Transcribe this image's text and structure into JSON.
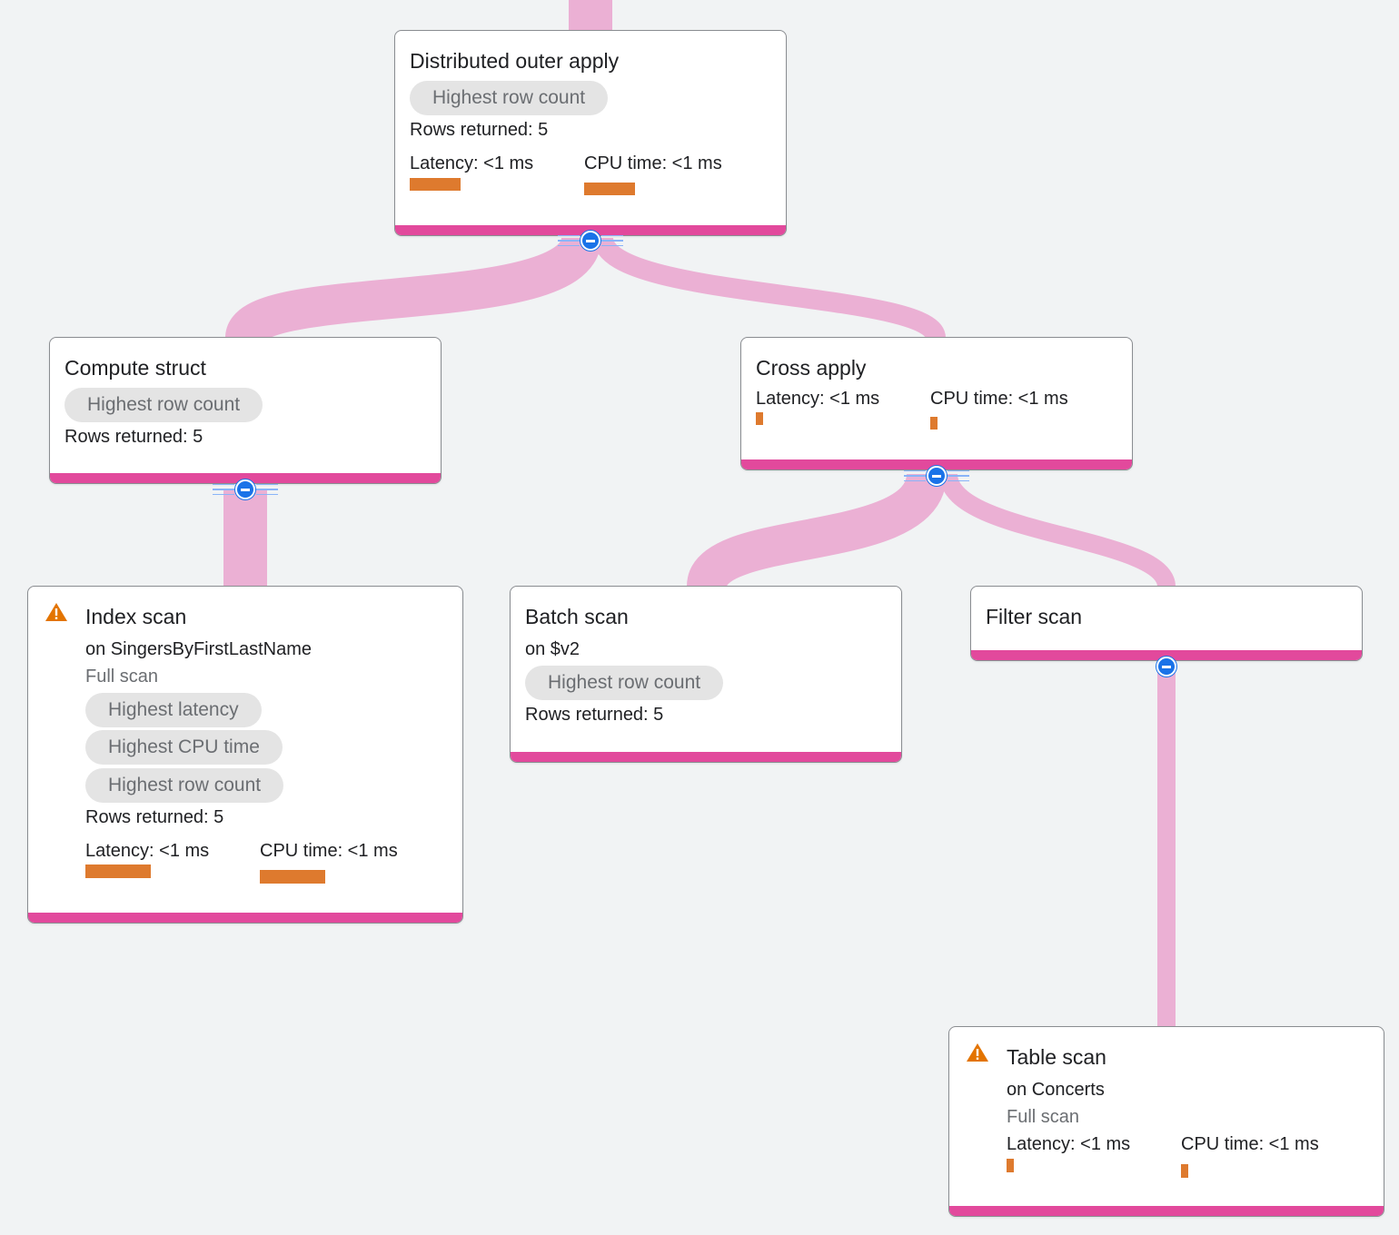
{
  "colors": {
    "background": "#f1f3f4",
    "edge": "#ebb0d4",
    "node_footer": "#e2499c",
    "metric_bar": "#de7a2e",
    "warning": "#e37400",
    "toggle": "#1a73e8"
  },
  "nodes": {
    "distributed_outer_apply": {
      "title": "Distributed outer apply",
      "chip": "Highest row count",
      "rows": "Rows returned: 5",
      "latency": "Latency: <1 ms",
      "cpu": "CPU time: <1 ms"
    },
    "compute_struct": {
      "title": "Compute struct",
      "chip": "Highest row count",
      "rows": "Rows returned: 5"
    },
    "cross_apply": {
      "title": "Cross apply",
      "latency": "Latency: <1 ms",
      "cpu": "CPU time: <1 ms"
    },
    "index_scan": {
      "title": "Index scan",
      "on": "on SingersByFirstLastName",
      "scan_type": "Full scan",
      "chips": [
        "Highest latency",
        "Highest CPU time",
        "Highest row count"
      ],
      "rows": "Rows returned: 5",
      "latency": "Latency: <1 ms",
      "cpu": "CPU time: <1 ms",
      "warning_icon": "warning-triangle-icon"
    },
    "batch_scan": {
      "title": "Batch scan",
      "on": "on $v2",
      "chip": "Highest row count",
      "rows": "Rows returned: 5"
    },
    "filter_scan": {
      "title": "Filter scan"
    },
    "table_scan": {
      "title": "Table scan",
      "on": "on Concerts",
      "scan_type": "Full scan",
      "latency": "Latency: <1 ms",
      "cpu": "CPU time: <1 ms",
      "warning_icon": "warning-triangle-icon"
    }
  },
  "toggles": {
    "icon": "collapse-minus-icon"
  }
}
